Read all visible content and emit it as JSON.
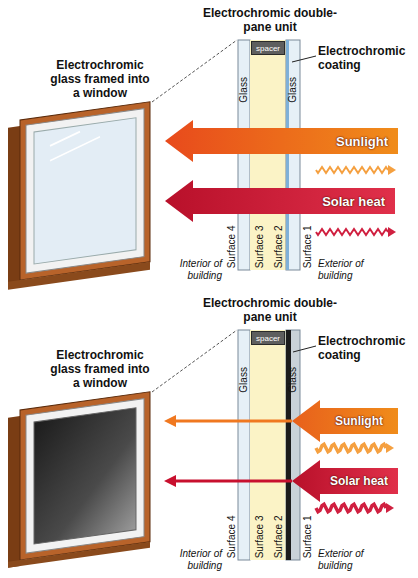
{
  "diagram": {
    "nodes": [
      {
        "text": [
          "spacer"
        ]
      },
      {
        "text": [
          "Sunlight"
        ]
      },
      {
        "text": [
          "Solar heat"
        ]
      },
      {
        "text": [
          "spacer"
        ]
      },
      {
        "text": [
          "Sunlight"
        ]
      },
      {
        "text": [
          "Solar heat"
        ]
      }
    ],
    "labels": [
      "Electrochromic double-pane unit",
      "Electrochromic coating",
      "Electrochromic glass framed into a window",
      "Glass",
      "Glass",
      "Surface 4",
      "Surface 3",
      "Surface 2",
      "Surface 1",
      "Interior of building",
      "Exterior of building",
      "Electrochromic double-pane unit",
      "Electrochromic coating",
      "Electrochromic glass framed into a window",
      "Glass",
      "Glass",
      "Surface 4",
      "Surface 3",
      "Surface 2",
      "Surface 1",
      "Interior of building",
      "Exterior of building"
    ]
  }
}
